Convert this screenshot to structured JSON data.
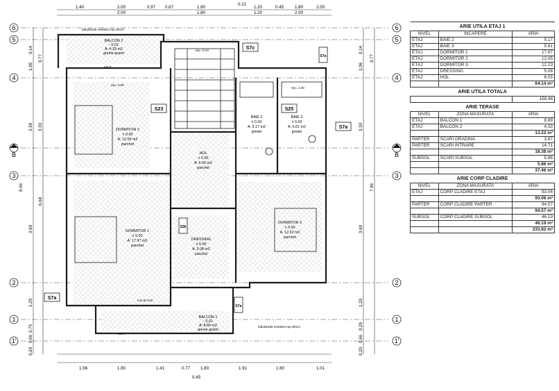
{
  "plan": {
    "top_dims_row1": [
      "1.40",
      "2.00",
      "0.97",
      "0.67",
      "1.80",
      "0.21",
      "1.20",
      "0.45",
      "1.80",
      "2.00"
    ],
    "top_dims_row2": [
      "2.00",
      "1.80",
      "1.20",
      "2.00"
    ],
    "bottom_dims": [
      "1.56",
      "1.80",
      "1.41",
      "0.77",
      "1.80",
      "1.91",
      "1.80",
      "1.01"
    ],
    "bottom_total": "0.45",
    "left_dims_outer": [
      "0.20",
      "0.66",
      "0.75",
      "1.20",
      "3.60",
      "3.30",
      "1.06",
      "0.14"
    ],
    "left_dims_inner": [
      "0.77",
      "3.30",
      "6.68",
      "9.46"
    ],
    "right_dims": [
      "0.20",
      "0.66",
      "0.29",
      "1.20",
      "3.60",
      "3.30",
      "1.06",
      "0.14",
      "0.77",
      "7.46"
    ],
    "axes_left": [
      "6",
      "5",
      "4",
      "3",
      "2",
      "1",
      "1'"
    ],
    "axes_right": [
      "6",
      "5",
      "4",
      "3",
      "2",
      "1",
      "1'"
    ],
    "section_mark": "B",
    "rooms": [
      {
        "name": "DORMITOR 2",
        "level": "± 0.00",
        "area": "A: 12.05 m2",
        "finish": "parchet"
      },
      {
        "name": "HOL",
        "level": "± 0.00",
        "area": "A: 6.00 m2",
        "finish": "parchet"
      },
      {
        "name": "BAIE 2",
        "level": "± 0.00",
        "area": "A: 5.17 m2",
        "finish": "gresie"
      },
      {
        "name": "BAIE 3",
        "level": "± 0.00",
        "area": "A: 5.61 m2",
        "finish": "gresie"
      },
      {
        "name": "DORMITOR 1",
        "level": "± 0.00",
        "area": "A: 17.97 m2",
        "finish": "parchet"
      },
      {
        "name": "DRESSING",
        "level": "± 0.00",
        "area": "A: 5.08 m2",
        "finish": "parchet"
      },
      {
        "name": "DORMITOR 3",
        "level": "± 0.00",
        "area": "A: 12.23 m2",
        "finish": "parchet"
      },
      {
        "name": "BALCON 2",
        "level": "- 0.01",
        "area": "A: 4.33 m2",
        "finish": "gresie-granit"
      },
      {
        "name": "BALCON 1",
        "level": "- 0.01",
        "area": "A: 8.89 m2",
        "finish": "gresie-granit"
      }
    ],
    "tags": [
      "S23",
      "S7c",
      "S7a",
      "S25",
      "S26",
      "S7a",
      "S7a",
      "S7a"
    ],
    "notes": [
      "balustrada metalica Hp=90cm",
      "Hp= 0.10",
      "Hp= 1.30",
      "Hp= 0.80",
      "cos de fum",
      "UE 5",
      "UE 4",
      "balustrada metalica Hp=90cm"
    ]
  },
  "table": {
    "title1": "ARIE UTILA ETAJ 1",
    "head1": [
      "NIVEL",
      "INCAPERE",
      "ARIA"
    ],
    "rows1": [
      [
        "ETAJ",
        "BAIE 2",
        "5.17"
      ],
      [
        "ETAJ",
        "BAIE 3",
        "5.61"
      ],
      [
        "ETAJ",
        "DORMITOR 1",
        "17.97"
      ],
      [
        "ETAJ",
        "DORMITOR 2",
        "12.05"
      ],
      [
        "ETAJ",
        "DORMITOR 3",
        "12.23"
      ],
      [
        "ETAJ",
        "DRESSING",
        "5.08"
      ],
      [
        "ETAJ",
        "HOL",
        "6.03"
      ]
    ],
    "total1": "64.14 m²",
    "title2": "ARIE UTILA TOTALA",
    "total2": "158.44",
    "title3": "ARIE TERASE",
    "head3": [
      "NIVEL",
      "ZONA MASURATA",
      "ARIA"
    ],
    "rows3a": [
      [
        "ETAJ",
        "BALCON 1",
        "8.89"
      ],
      [
        "ETAJ",
        "BALCON 2",
        "4.33"
      ]
    ],
    "sub3a": "13.22 m²",
    "rows3b": [
      [
        "PARTER",
        "SCARI GRADINA",
        "3.67"
      ],
      [
        "PARTER",
        "SCARI INTRARE",
        "14.71"
      ]
    ],
    "sub3b": "18.38 m²",
    "rows3c": [
      [
        "SUBSOL",
        "SCARI SUBSOL",
        "5.86"
      ]
    ],
    "sub3c": "5.86 m²",
    "total3": "37.46 m²",
    "title4": "ARIE CORP CLADIRE",
    "head4": [
      "NIVEL",
      "ZONA MASURATA",
      "ARIA"
    ],
    "rows4a": [
      [
        "ETAJ",
        "CORP CLADIRE ETAJ",
        "93.06"
      ]
    ],
    "sub4a": "93.06 m²",
    "rows4b": [
      [
        "PARTER",
        "CORP CLADIRE PARTER",
        "94.57"
      ]
    ],
    "sub4b": "94.57 m²",
    "rows4c": [
      [
        "SUBSOL",
        "CORP CLADIRE SUBSOL",
        "46.19"
      ]
    ],
    "sub4c": "46.19 m²",
    "total4": "233.82 m²"
  }
}
